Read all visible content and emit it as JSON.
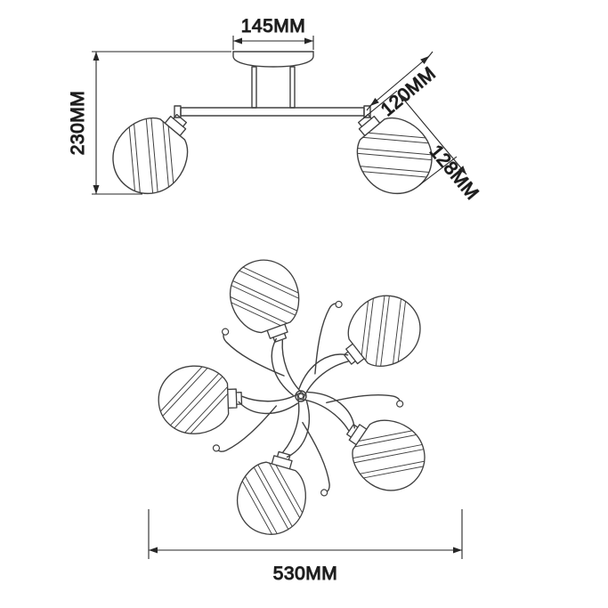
{
  "dimensions": {
    "canopy_width": "145MM",
    "fixture_height": "230MM",
    "shade_diameter": "120MM",
    "shade_height": "128MM",
    "overall_width": "530MM"
  },
  "colors": {
    "background": "#ffffff",
    "line": "#404040",
    "dimension_line": "#262626",
    "text": "#111111"
  }
}
